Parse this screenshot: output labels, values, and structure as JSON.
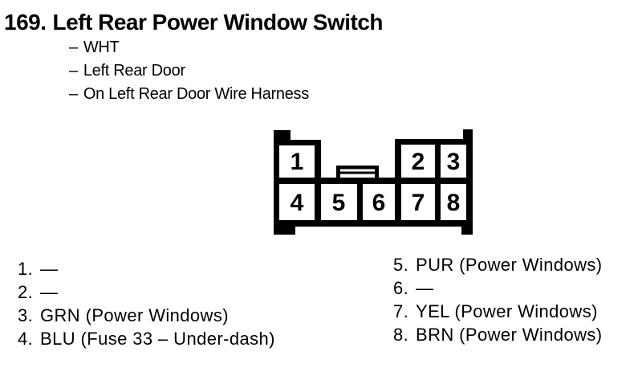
{
  "colors": {
    "ink": "#000000",
    "paper": "#ffffff"
  },
  "header": {
    "index": "169.",
    "title": "Left Rear Power Window Switch"
  },
  "bullet_dash": "–",
  "attributes": [
    {
      "text": "WHT"
    },
    {
      "text": "Left Rear Door"
    },
    {
      "text": "On Left Rear Door Wire Harness"
    }
  ],
  "connector": {
    "pin_labels": [
      "1",
      "2",
      "3",
      "4",
      "5",
      "6",
      "7",
      "8"
    ]
  },
  "pin_table": {
    "left": [
      {
        "num": "1.",
        "desc": "—"
      },
      {
        "num": "2.",
        "desc": "—"
      },
      {
        "num": "3.",
        "desc": "GRN (Power Windows)"
      },
      {
        "num": "4.",
        "desc": "BLU (Fuse 33 – Under-dash)"
      }
    ],
    "right": [
      {
        "num": "5.",
        "desc": "PUR (Power Windows)"
      },
      {
        "num": "6.",
        "desc": "—"
      },
      {
        "num": "7.",
        "desc": "YEL (Power Windows)"
      },
      {
        "num": "8.",
        "desc": "BRN (Power Windows)"
      }
    ]
  }
}
